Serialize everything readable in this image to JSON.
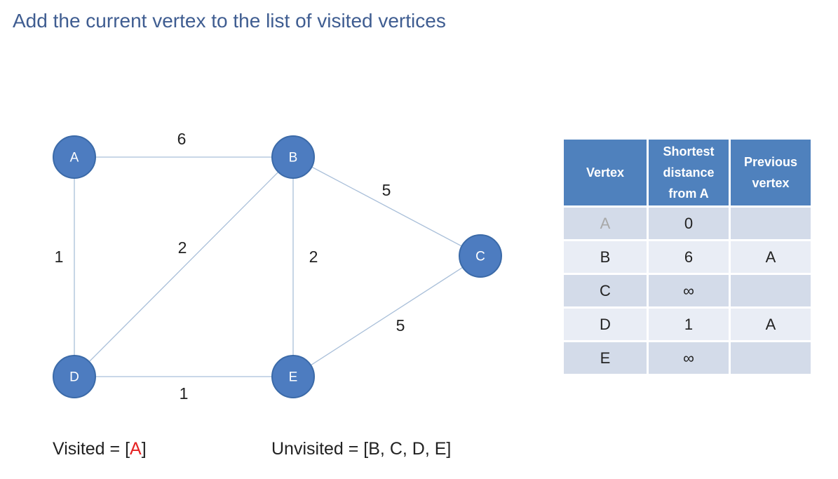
{
  "title": "Add the current vertex to the list of visited vertices",
  "colors": {
    "title": "#3f5d91",
    "node_fill": "#4d7cc0",
    "edge": "#a9bfd9",
    "table_header": "#4f81bd",
    "row_odd": "#d3dbe9",
    "row_even": "#e9edf5",
    "visited_highlight": "#e52222"
  },
  "graph": {
    "nodes": [
      {
        "id": "A",
        "label": "A"
      },
      {
        "id": "B",
        "label": "B"
      },
      {
        "id": "C",
        "label": "C"
      },
      {
        "id": "D",
        "label": "D"
      },
      {
        "id": "E",
        "label": "E"
      }
    ],
    "edges": [
      {
        "from": "A",
        "to": "B",
        "weight": "6"
      },
      {
        "from": "A",
        "to": "D",
        "weight": "1"
      },
      {
        "from": "B",
        "to": "D",
        "weight": "2"
      },
      {
        "from": "B",
        "to": "E",
        "weight": "2"
      },
      {
        "from": "B",
        "to": "C",
        "weight": "5"
      },
      {
        "from": "D",
        "to": "E",
        "weight": "1"
      },
      {
        "from": "E",
        "to": "C",
        "weight": "5"
      }
    ]
  },
  "table": {
    "headers": {
      "vertex": "Vertex",
      "distance": [
        "Shortest",
        "distance",
        "from A"
      ],
      "previous": [
        "Previous",
        "vertex"
      ]
    },
    "rows": [
      {
        "vertex": "A",
        "distance": "0",
        "previous": ""
      },
      {
        "vertex": "B",
        "distance": "6",
        "previous": "A"
      },
      {
        "vertex": "C",
        "distance": "∞",
        "previous": ""
      },
      {
        "vertex": "D",
        "distance": "1",
        "previous": "A"
      },
      {
        "vertex": "E",
        "distance": "∞",
        "previous": ""
      }
    ]
  },
  "visited": {
    "prefix": "Visited = [",
    "items": "A",
    "suffix": "]"
  },
  "unvisited": {
    "text": "Unvisited = [B, C, D, E]"
  }
}
